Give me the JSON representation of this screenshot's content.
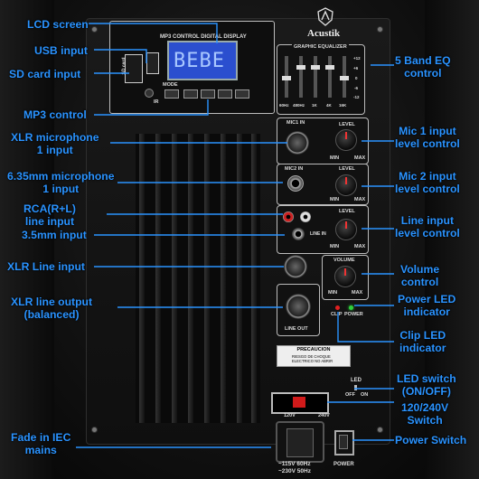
{
  "brand": {
    "name": "Acustik"
  },
  "panel_labels": {
    "mp3_title": "MP3 CONTROL DIGITAL DISPLAY",
    "sd_card": "SD card",
    "lcd_text": "BEBE",
    "mode": "MODE",
    "ir": "IR",
    "graphic_eq": "GRAPHIC EQUALIZER",
    "eq_bands": [
      "60Hz",
      "480Hz",
      "1K",
      "4K",
      "16K"
    ],
    "eq_db": [
      "+12",
      "+6",
      "0",
      "-6",
      "-12"
    ],
    "mic1_input": "MIC1 IN",
    "mic2_input": "MIC2 IN",
    "level": "LEVEL",
    "volume": "VOLUME",
    "min": "MIN",
    "max": "MAX",
    "line_in": "LINE IN",
    "line_out": "LINE OUT",
    "clip": "CLIP",
    "power": "POWER",
    "precaution": "PRECAUCION",
    "precaution_text": "RIESGO DE CHOQUE ELECTRICO NO ABRIR",
    "led": "LED",
    "off": "OFF",
    "on": "ON",
    "v120": "120V",
    "v240": "240V",
    "power_switch_label": "POWER",
    "mains_text": [
      "~115V 60Hz",
      "~230V 50Hz"
    ]
  },
  "callouts": {
    "lcd_screen": "LCD screen",
    "usb_input": "USB input",
    "sd_card_input": "SD card input",
    "mp3_control": "MP3 control",
    "xlr_mic_1": [
      "XLR microphone",
      "1 input"
    ],
    "mic_635_1": [
      "6.35mm microphone",
      "1 input"
    ],
    "rca_line": [
      "RCA(R+L)",
      "line input"
    ],
    "mm35_input": "3.5mm input",
    "xlr_line_input": "XLR Line input",
    "xlr_line_output": [
      "XLR line output",
      "(balanced)"
    ],
    "fade_iec": [
      "Fade in IEC",
      "mains"
    ],
    "eq_control": [
      "5 Band EQ",
      "control"
    ],
    "mic1_level": [
      "Mic 1 input",
      "level control"
    ],
    "mic2_level": [
      "Mic 2 input",
      "level control"
    ],
    "line_level": [
      "Line input",
      "level control"
    ],
    "volume_control": [
      "Volume",
      "control"
    ],
    "power_led": [
      "Power LED",
      "indicator"
    ],
    "clip_led": [
      "Clip LED",
      "indicator"
    ],
    "led_switch": [
      "LED switch",
      "(ON/OFF)"
    ],
    "voltage_switch": [
      "120/240V",
      "Switch"
    ],
    "power_switch": "Power Switch"
  },
  "colors": {
    "callout": "#2a93ff",
    "lcd": "#2b4fcf",
    "switch_red": "#d11a1a",
    "leader": "#2a93ff"
  }
}
